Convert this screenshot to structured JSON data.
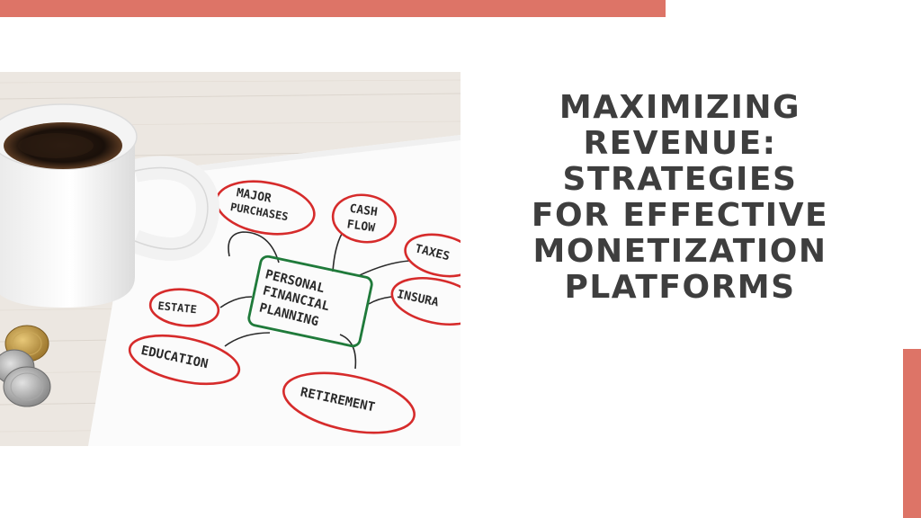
{
  "title_lines": [
    "MAXIMIZING",
    "REVENUE: STRATEGIES",
    "FOR EFFECTIVE",
    "MONETIZATION",
    "PLATFORMS"
  ],
  "mindmap": {
    "center_lines": [
      "PERSONAL",
      "FINANCIAL",
      "PLANNING"
    ],
    "major_purchases_lines": [
      "MAJOR",
      "PURCHASES"
    ],
    "cash_flow_lines": [
      "CASH",
      "FLOW"
    ],
    "taxes": "TAXES",
    "insurance": "INSURA",
    "estate": "ESTATE",
    "education": "EDUCATION",
    "retirement": "RETIREMENT"
  },
  "colors": {
    "accent": "#dd7467",
    "title_text": "#3e3e3e",
    "mindmap_red": "#d62b2b",
    "mindmap_green": "#1f7a3a"
  }
}
